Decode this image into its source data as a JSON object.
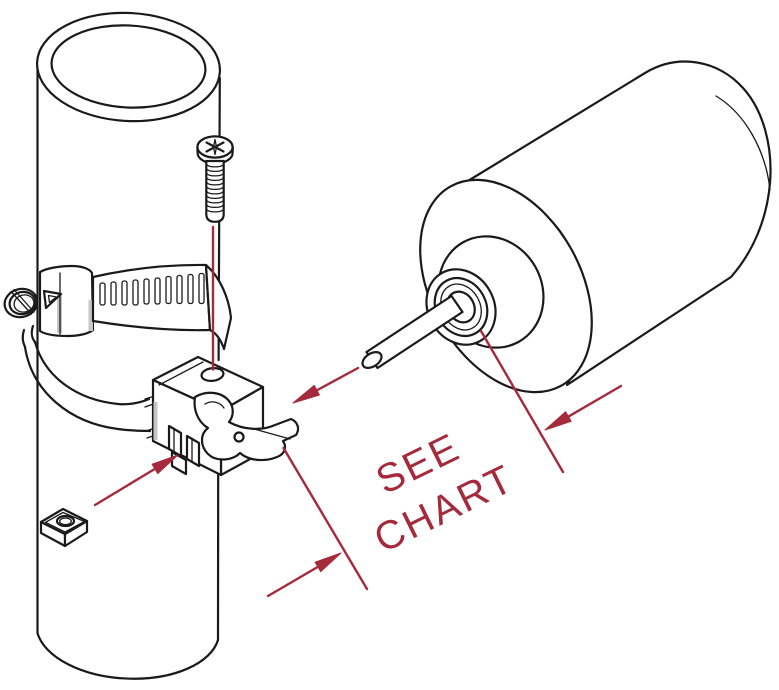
{
  "diagram": {
    "type": "technical-line-illustration",
    "callout": {
      "line1": "SEE",
      "line2": "CHART"
    },
    "colors": {
      "line": "#1a1a1a",
      "accent": "#a42a3c",
      "background": "#ffffff"
    },
    "parts": [
      "pipe",
      "hose-clamp-band",
      "worm-gear-screw",
      "sensor-bracket",
      "retaining-clip",
      "mounting-screw",
      "square-nut",
      "sensor-body",
      "sensor-shaft"
    ]
  }
}
